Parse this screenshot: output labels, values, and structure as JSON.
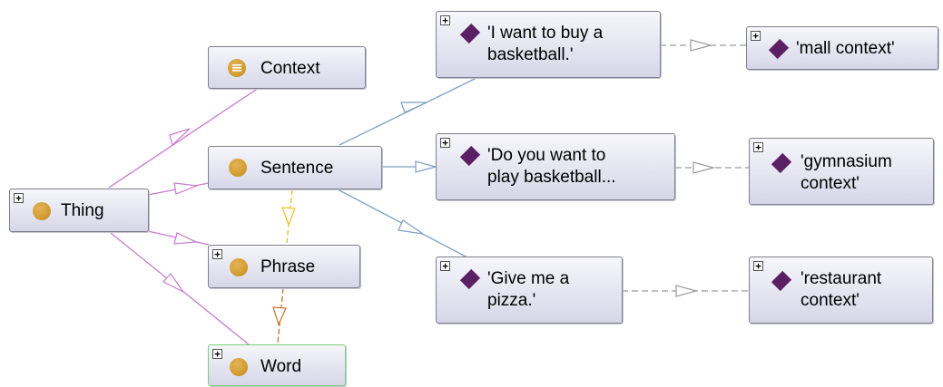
{
  "colors": {
    "subclass_edge": "#c77bd0",
    "individual_edge": "#7ba0c2",
    "property_edge": "#9a9a9a",
    "link_yellow": "#e8c020",
    "link_orange": "#c87028",
    "class_dot": "#d4a034",
    "individual_diamond": "#5b1f63"
  },
  "nodes": {
    "thing": {
      "label": "Thing",
      "icon": "class-dot-icon",
      "expand": "+"
    },
    "context": {
      "label": "Context",
      "icon": "equivalent-class-icon"
    },
    "sentence": {
      "label": "Sentence",
      "icon": "class-dot-icon"
    },
    "phrase": {
      "label": "Phrase",
      "icon": "class-dot-icon",
      "expand": "+"
    },
    "word": {
      "label": "Word",
      "icon": "class-dot-icon",
      "expand": "+"
    },
    "ind_basketball": {
      "label": "'I want to buy a\nbasketball.'",
      "icon": "individual-diamond-icon",
      "expand": "+"
    },
    "ind_play": {
      "label": "'Do you want to\nplay basketball...",
      "icon": "individual-diamond-icon",
      "expand": "+"
    },
    "ind_pizza": {
      "label": "'Give me a\npizza.'",
      "icon": "individual-diamond-icon",
      "expand": "+"
    },
    "ctx_mall": {
      "label": "'mall context'",
      "icon": "individual-diamond-icon",
      "expand": "+"
    },
    "ctx_gym": {
      "label": "'gymnasium\ncontext'",
      "icon": "individual-diamond-icon",
      "expand": "+"
    },
    "ctx_restaurant": {
      "label": "'restaurant\ncontext'",
      "icon": "individual-diamond-icon",
      "expand": "+"
    }
  }
}
